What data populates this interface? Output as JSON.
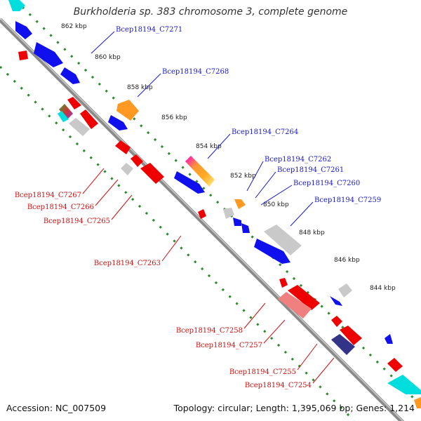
{
  "title": "Burkholderia sp. 383 chromosome 3, complete genome",
  "accession": "Accession: NC_007509",
  "topology": "Topology: circular; Length: 1,395,069 bp; Genes: 1,214",
  "colors": {
    "forward_label": "#1a1acc",
    "reverse_label": "#cc1111",
    "backbone": "#888888",
    "tick": "#2a8a2a"
  },
  "ticks": [
    "862 kbp",
    "860 kbp",
    "858 kbp",
    "856 kbp",
    "854 kbp",
    "852 kbp",
    "850 kbp",
    "848 kbp",
    "846 kbp",
    "844 kbp"
  ],
  "forward_genes": [
    "Bcep18194_C7271",
    "Bcep18194_C7268",
    "Bcep18194_C7264",
    "Bcep18194_C7262",
    "Bcep18194_C7261",
    "Bcep18194_C7260",
    "Bcep18194_C7259"
  ],
  "reverse_genes": [
    "Bcep18194_C7267",
    "Bcep18194_C7266",
    "Bcep18194_C7265",
    "Bcep18194_C7263",
    "Bcep18194_C7258",
    "Bcep18194_C7257",
    "Bcep18194_C7255",
    "Bcep18194_C7254"
  ]
}
